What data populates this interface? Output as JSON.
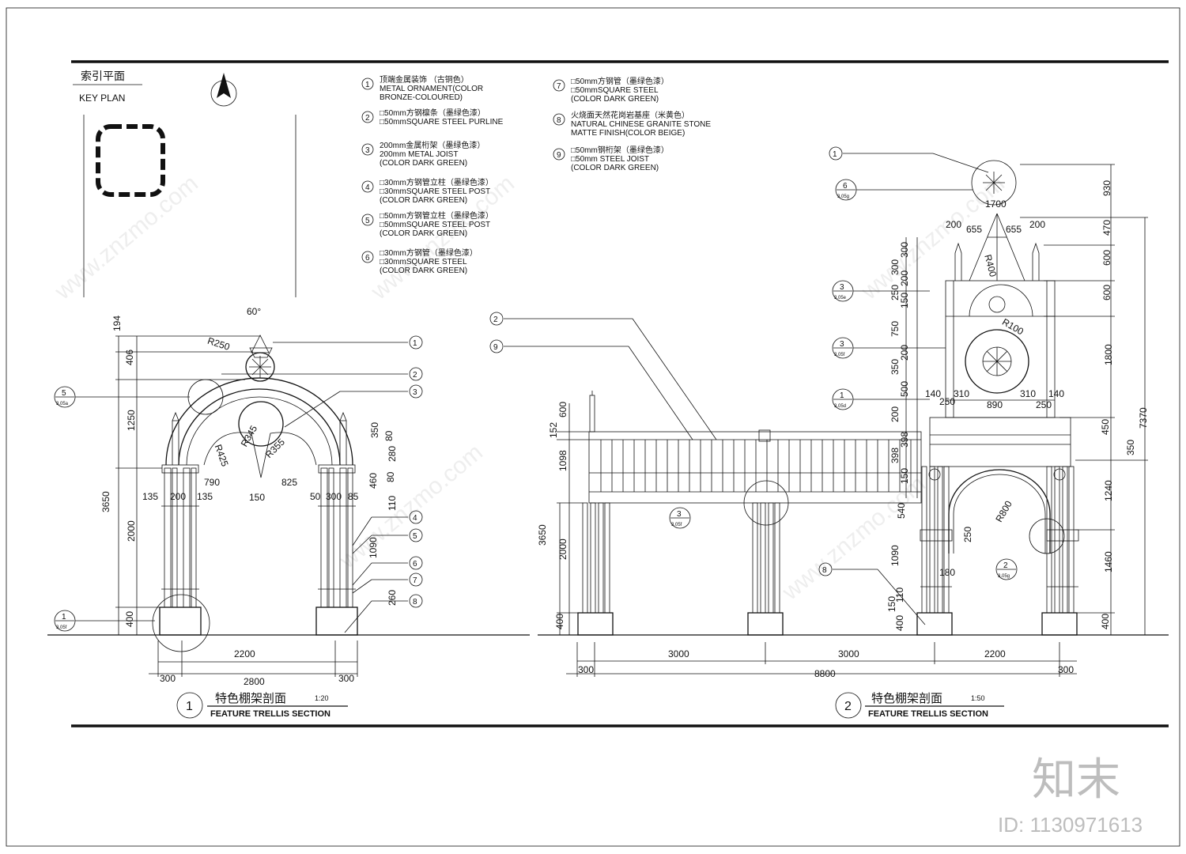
{
  "key_plan": {
    "title_cn": "索引平面",
    "title_en": "KEY PLAN"
  },
  "legend": [
    {
      "num": "1",
      "lines": [
        "顶端金属装饰 （古铜色）",
        "METAL ORNAMENT(COLOR",
        "BRONZE-COLOURED)"
      ]
    },
    {
      "num": "2",
      "lines": [
        "□50mm方钢檩条（墨绿色漆）",
        "□50mmSQUARE STEEL PURLINE"
      ]
    },
    {
      "num": "3",
      "lines": [
        "200mm金属桁架（墨绿色漆）",
        "200mm METAL JOIST",
        "(COLOR DARK GREEN)"
      ]
    },
    {
      "num": "4",
      "lines": [
        "□30mm方钢管立柱（墨绿色漆）",
        "□30mmSQUARE STEEL POST",
        "(COLOR DARK GREEN)"
      ]
    },
    {
      "num": "5",
      "lines": [
        "□50mm方钢管立柱（墨绿色漆）",
        "□50mmSQUARE STEEL POST",
        "(COLOR DARK GREEN)"
      ]
    },
    {
      "num": "6",
      "lines": [
        "□30mm方钢管（墨绿色漆）",
        "□30mmSQUARE STEEL",
        "(COLOR DARK GREEN)"
      ]
    },
    {
      "num": "7",
      "lines": [
        "□50mm方钢管（墨绿色漆）",
        "□50mmSQUARE STEEL",
        "(COLOR DARK GREEN)"
      ]
    },
    {
      "num": "8",
      "lines": [
        "火烧面天然花岗岩基座（米黄色）",
        "NATURAL CHINESE GRANITE STONE",
        "MATTE FINISH(COLOR BEIGE)"
      ]
    },
    {
      "num": "9",
      "lines": [
        "□50mm钢桁架（墨绿色漆）",
        "□50mm STEEL JOIST",
        "(COLOR DARK GREEN)"
      ]
    }
  ],
  "section1": {
    "num": "1",
    "title_cn": "特色棚架剖面",
    "title_en": "FEATURE TRELLIS SECTION",
    "scale": "1:20",
    "dims": {
      "angle": "60°",
      "r250": "R250",
      "r425": "R425",
      "r345": "R345",
      "r355": "R355",
      "d194": "194",
      "d406": "406",
      "d1250": "1250",
      "d3650": "3650",
      "d2000": "2000",
      "d400": "400",
      "d790": "790",
      "d825": "825",
      "d150": "150",
      "d135a": "135",
      "d200": "200",
      "d135b": "135",
      "d50": "50",
      "d300s": "300",
      "d85": "85",
      "d350": "350",
      "d80a": "80",
      "d280": "280",
      "d80b": "80",
      "d460": "460",
      "d110": "110",
      "d1090": "1090",
      "d260": "260",
      "d2200": "2200",
      "d2800": "2800",
      "d300L": "300",
      "d300R": "300"
    },
    "detail_a": {
      "num": "5",
      "sheet": "3.05a"
    },
    "detail_b": {
      "num": "1",
      "sheet": "3.05f"
    }
  },
  "section2": {
    "num": "2",
    "title_cn": "特色棚架剖面",
    "title_en": "FEATURE TRELLIS SECTION",
    "scale": "1:50",
    "dims": {
      "d600": "600",
      "d152": "152",
      "d1098": "1098",
      "d3650": "3650",
      "d2000": "2000",
      "d400": "400",
      "d3000a": "3000",
      "d3000b": "3000",
      "d2200": "2200",
      "d300L": "300",
      "d8800": "8800",
      "d300R": "300",
      "d1090": "1090",
      "d150": "150",
      "d400b": "400",
      "d110": "110",
      "d540": "540",
      "r800": "R800",
      "d250": "250",
      "d180": "180",
      "t1700": "1700",
      "t200a": "200",
      "t655a": "655",
      "t655b": "655",
      "t200b": "200",
      "tR400": "R400",
      "tR100": "R100",
      "t140a": "140",
      "t310a": "310",
      "t310b": "310",
      "t140b": "140",
      "t250a": "250",
      "t890": "890",
      "t250b": "250",
      "l300": "300",
      "l300b": "300",
      "l200": "200",
      "l250": "250",
      "l150": "150",
      "l750": "750",
      "l200b": "200",
      "l350": "350",
      "l500": "500",
      "l200c": "200",
      "l398a": "398",
      "l398b": "398",
      "l150b": "150",
      "r930": "930",
      "r470": "470",
      "r600a": "600",
      "r600b": "600",
      "r1800": "1800",
      "r450": "450",
      "r350": "350",
      "r7370": "7370",
      "r1240": "1240",
      "r1460": "1460",
      "r400": "400"
    },
    "details": [
      {
        "num": "6",
        "sheet": "3.05g"
      },
      {
        "num": "3",
        "sheet": "3.05e"
      },
      {
        "num": "3",
        "sheet": "3.05f"
      },
      {
        "num": "1",
        "sheet": "3.05d"
      },
      {
        "num": "3",
        "sheet": "3.05f"
      },
      {
        "num": "2",
        "sheet": "3.05g"
      }
    ]
  },
  "watermark": {
    "brand": "知末",
    "site": "www.znzmo.com",
    "id_text": "ID: 1130971613"
  }
}
